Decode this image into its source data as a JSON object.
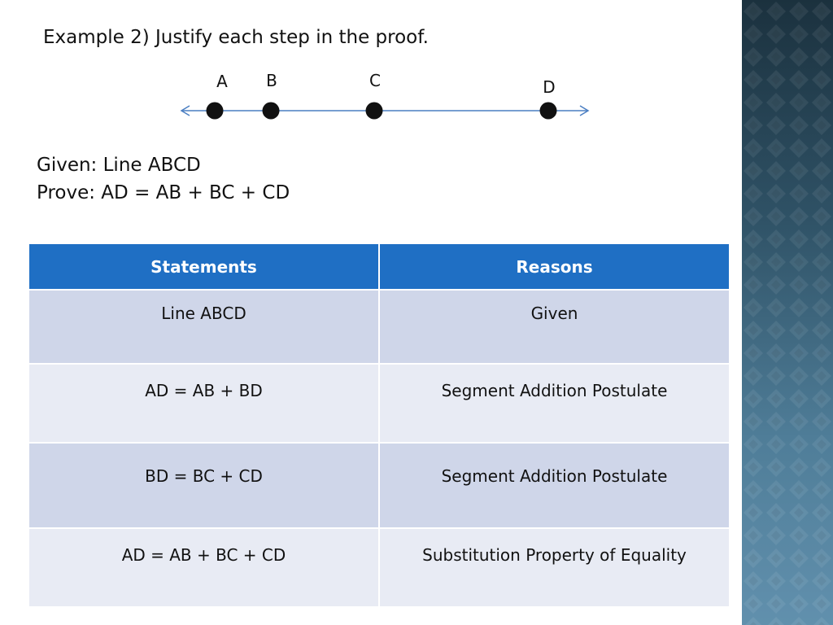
{
  "slide": {
    "title": "Example 2) Justify each step in the proof.",
    "figure": {
      "points": [
        "A",
        "B",
        "C",
        "D"
      ],
      "colors": {
        "line": "#4a7ec2",
        "point": "#111111"
      }
    },
    "given": "Given: Line ABCD",
    "prove": "Prove: AD = AB + BC + CD",
    "table": {
      "headers": [
        "Statements",
        "Reasons"
      ],
      "rows": [
        {
          "statement": "Line ABCD",
          "reason": "Given"
        },
        {
          "statement": "AD = AB + BD",
          "reason": "Segment Addition Postulate"
        },
        {
          "statement": "BD = BC + CD",
          "reason": "Segment Addition Postulate"
        },
        {
          "statement": "AD = AB + BC + CD",
          "reason": "Substitution Property of Equality"
        }
      ],
      "colors": {
        "header": "#1f6fc4",
        "row_dark": "#cfd6e9",
        "row_light": "#e8ebf4"
      }
    },
    "colors": {
      "sidebar_top": "#1b313e",
      "sidebar_bottom": "#6190ad"
    }
  }
}
